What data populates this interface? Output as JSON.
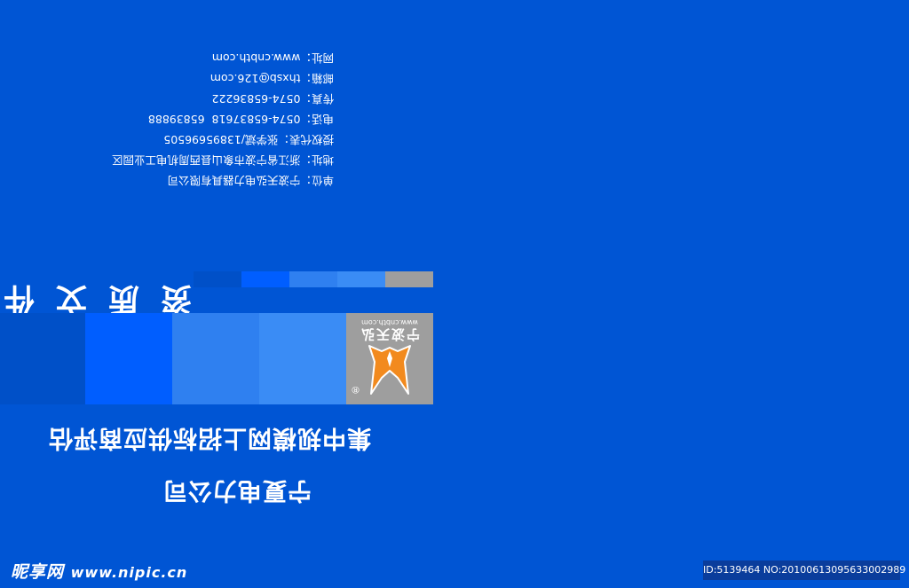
{
  "colors": {
    "background": "#0055d4",
    "band_dark": "#0050c8",
    "band_blue": "#005eff",
    "band_mid": "#2f80f0",
    "band_light": "#3a8cf5",
    "grey": "#9e9e9e",
    "logo_orange": "#f28a1e",
    "strip": [
      "#9e9e9e",
      "#3a8cf5",
      "#2f80f0",
      "#005eff",
      "#0050c8"
    ]
  },
  "contact": {
    "lines": [
      {
        "label": "单位：",
        "value": "宁波天弘电力器具有限公司"
      },
      {
        "label": "地址：",
        "value": "浙江省宁波市象山县西周机电工业园区"
      },
      {
        "label": "授权代表：",
        "value": "张学斌/13895696505"
      },
      {
        "label": "电话：",
        "value": "0574-65837618  65839888"
      },
      {
        "label": "传真：",
        "value": "0574-65836222"
      },
      {
        "label": "邮箱：",
        "value": "thxsb@126.com"
      },
      {
        "label": "网址：",
        "value": "www.cnbth.com"
      }
    ]
  },
  "document_title": "资质文件",
  "logo": {
    "icon": "tianhong-logo-icon",
    "name": "宁波天弘",
    "url": "www.cnbth.com",
    "registered": "®"
  },
  "heading_main": "集中规模网上招标供应商评估",
  "heading_sub": "宁夏电力公司",
  "watermark": {
    "cn": "昵享网",
    "en": "www.nipic.cn"
  },
  "image_id": "ID:5139464 NO:20100613095633002989"
}
